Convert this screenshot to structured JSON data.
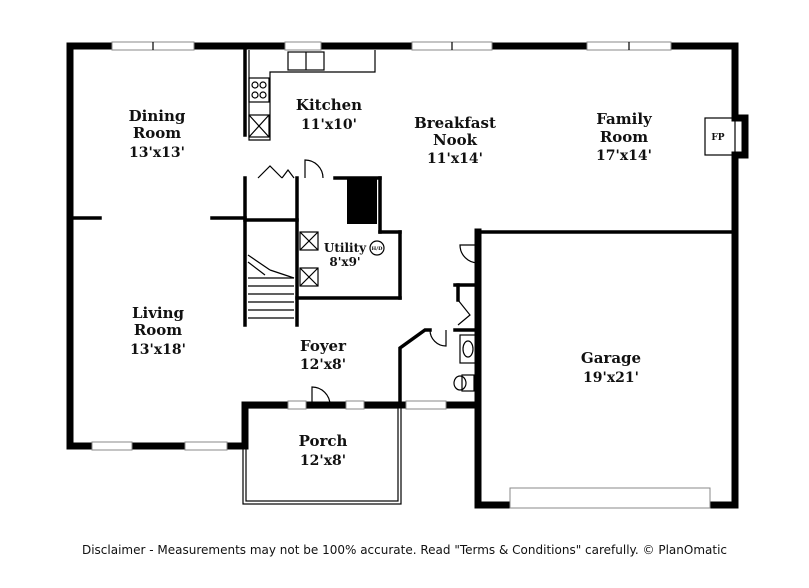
{
  "rooms": {
    "dining": {
      "name_line1": "Dining",
      "name_line2": "Room",
      "dims": "13'x13'"
    },
    "kitchen": {
      "name": "Kitchen",
      "dims": "11'x10'"
    },
    "breakfast": {
      "name_line1": "Breakfast",
      "name_line2": "Nook",
      "dims": "11'x14'"
    },
    "family": {
      "name_line1": "Family",
      "name_line2": "Room",
      "dims": "17'x14'"
    },
    "utility": {
      "name": "Utility",
      "dims": "8'x9'"
    },
    "living": {
      "name_line1": "Living",
      "name_line2": "Room",
      "dims": "13'x18'"
    },
    "foyer": {
      "name": "Foyer",
      "dims": "12'x8'"
    },
    "garage": {
      "name": "Garage",
      "dims": "19'x21'"
    },
    "porch": {
      "name": "Porch",
      "dims": "12'x8'"
    }
  },
  "fixtures": {
    "fireplace": "FP",
    "water_heater": "H/D"
  },
  "disclaimer": "Disclaimer - Measurements may not be 100% accurate. Read \"Terms & Conditions\" carefully. © PlanOmatic"
}
